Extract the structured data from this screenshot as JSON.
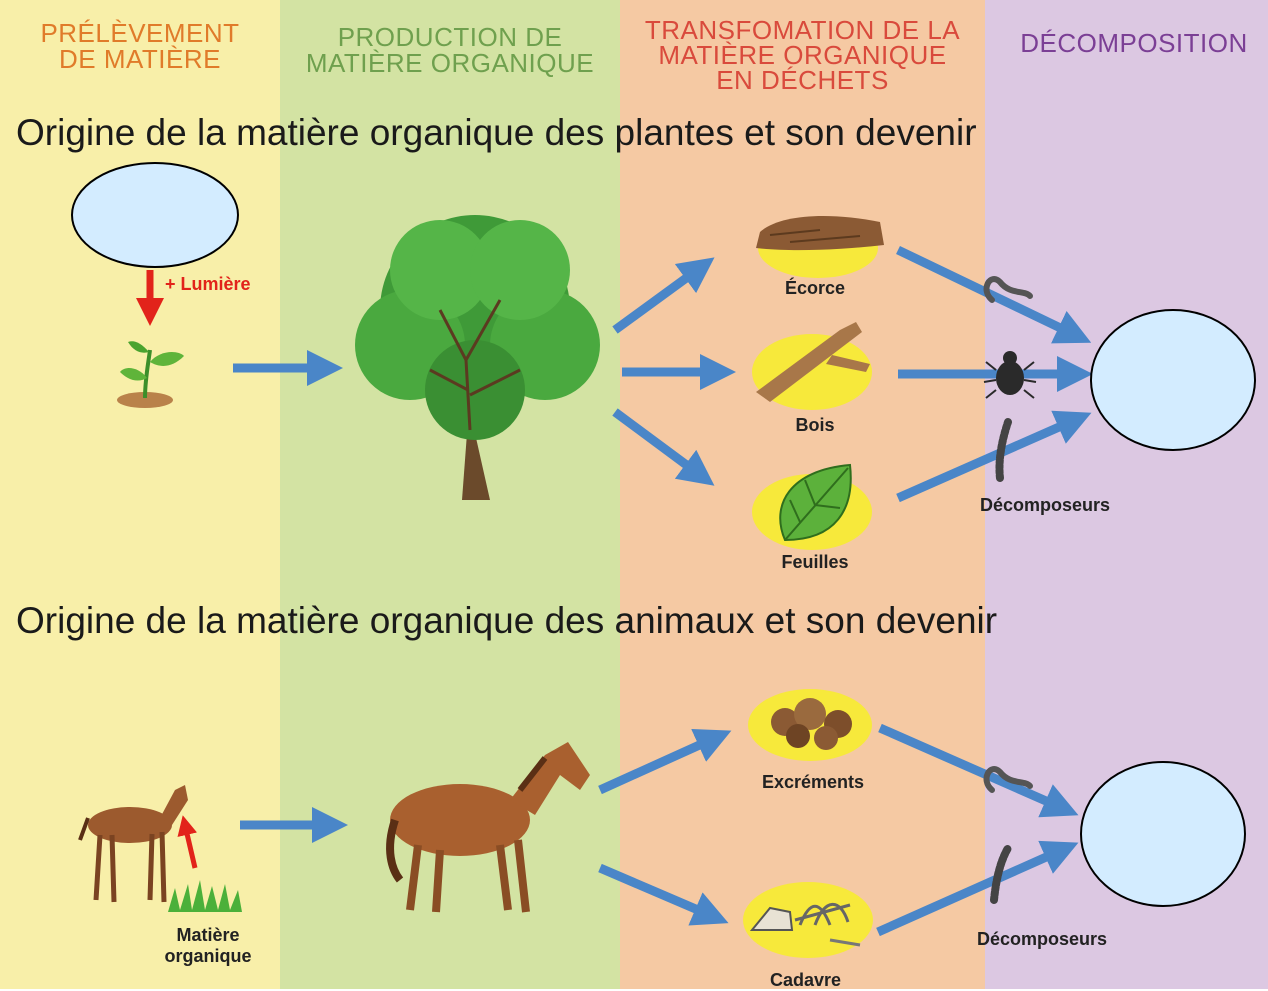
{
  "headers": {
    "col1": "PRÉLÈVEMENT\nDE MATIÈRE",
    "col2": "PRODUCTION DE\nMATIÈRE ORGANIQUE",
    "col3": "TRANSFOMATION DE LA\nMATIÈRE ORGANIQUE\nEN DÉCHETS",
    "col4": "DÉCOMPOSITION"
  },
  "plants": {
    "title": "Origine de la matière organique des plantes et son devenir",
    "light_label": "+ Lumière",
    "waste": [
      "Écorce",
      "Bois",
      "Feuilles"
    ],
    "decomposers_label": "Décomposeurs"
  },
  "animals": {
    "title": "Origine de la matière organique des animaux et son devenir",
    "food_label": "Matière\norganique",
    "waste": [
      "Excréments",
      "Cadavre"
    ],
    "decomposers_label": "Décomposeurs"
  },
  "colors": {
    "arrow": "#4a86c8",
    "red_arrow": "#e2231a",
    "blank_fill": "#d3ecff",
    "waste_disc": "#f7e93b"
  }
}
